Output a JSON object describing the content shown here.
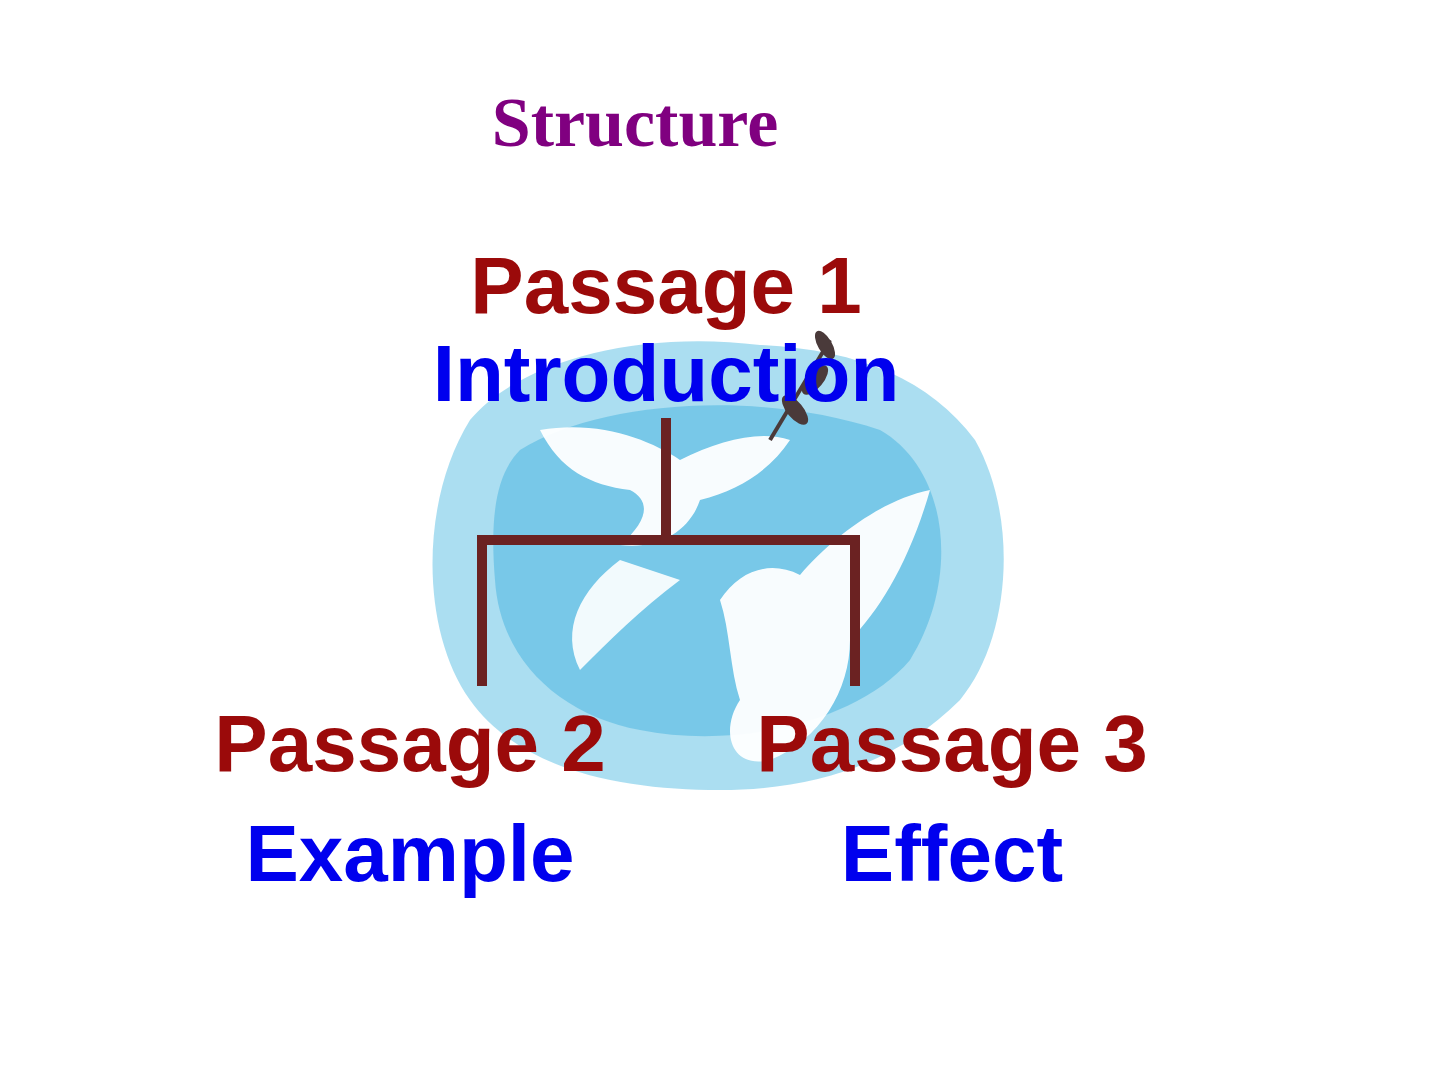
{
  "diagram": {
    "title": "Structure",
    "nodes": [
      {
        "text": [
          "Passage 1",
          "Introduction"
        ]
      },
      {
        "text": [
          "Passage 2",
          "Example"
        ]
      },
      {
        "text": [
          "Passage 3",
          "Effect"
        ]
      }
    ],
    "edges": [
      {
        "from": 0,
        "to": 1,
        "arrow": "none"
      },
      {
        "from": 0,
        "to": 2,
        "arrow": "none"
      }
    ]
  }
}
